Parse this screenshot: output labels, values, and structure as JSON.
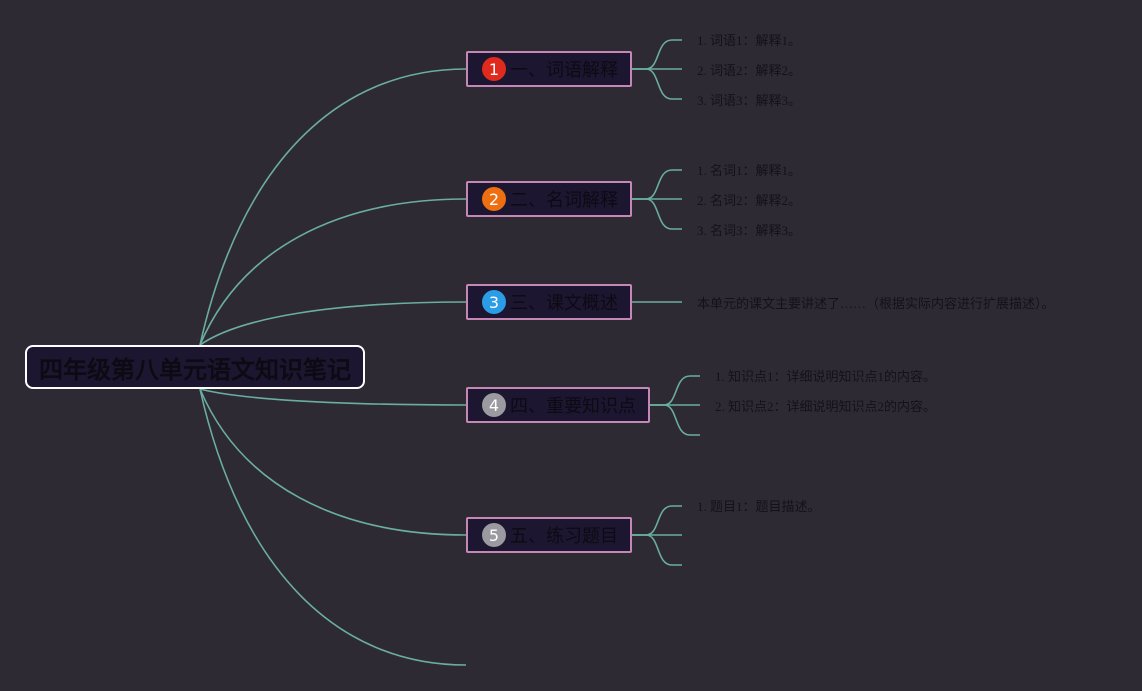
{
  "root": {
    "title": "四年级第八单元语文知识笔记"
  },
  "colors": {
    "background": "#2e2a33",
    "line": "#6aaea0",
    "topic_border": "#c587b4",
    "node_fill": "#1c1630",
    "root_border": "#ffffff"
  },
  "topics": [
    {
      "badge": "1",
      "badge_color": "#e02a1e",
      "label": "一、词语解释",
      "items": [
        "1. 词语1：解释1。",
        "2. 词语2：解释2。",
        "3. 词语3：解释3。"
      ]
    },
    {
      "badge": "2",
      "badge_color": "#ee6f12",
      "label": "二、名词解释",
      "items": [
        "1. 名词1：解释1。",
        "2. 名词2：解释2。",
        "3. 名词3：解释3。"
      ]
    },
    {
      "badge": "3",
      "badge_color": "#2a9de6",
      "label": "三、课文概述",
      "items": [
        "本单元的课文主要讲述了……（根据实际内容进行扩展描述）。"
      ]
    },
    {
      "badge": "4",
      "badge_color": "#9a9aa0",
      "label": "四、重要知识点",
      "items": [
        "1. 知识点1：详细说明知识点1的内容。",
        "2. 知识点2：详细说明知识点2的内容。",
        ""
      ]
    },
    {
      "badge": "5",
      "badge_color": "#9a9aa0",
      "label": "五、练习题目",
      "items": [
        "1. 题目1：题目描述。",
        "",
        ""
      ]
    }
  ]
}
